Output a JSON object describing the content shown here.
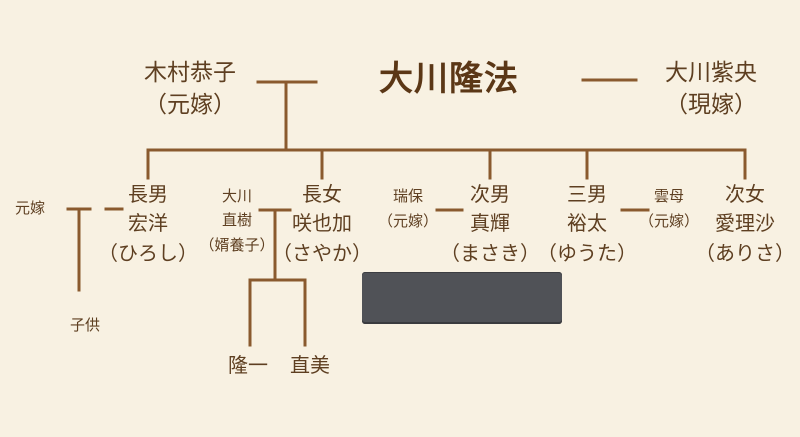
{
  "root": {
    "name": "大川隆法"
  },
  "former_wife": {
    "name": "木村恭子",
    "note": "（元嫁）"
  },
  "current_wife": {
    "name": "大川紫央",
    "note": "（現嫁）"
  },
  "children": [
    {
      "rel": "長男",
      "name": "宏洋",
      "reading": "（ひろし）"
    },
    {
      "rel": "長女",
      "name": "咲也加",
      "reading": "（さやか）"
    },
    {
      "rel": "次男",
      "name": "真輝",
      "reading": "（まさき）"
    },
    {
      "rel": "三男",
      "name": "裕太",
      "reading": "（ゆうた）"
    },
    {
      "rel": "次女",
      "name": "愛理沙",
      "reading": "（ありさ）"
    }
  ],
  "spouses": {
    "hiroshi_wife": "元嫁",
    "hiroshi_child": "子供",
    "sayaka_husband": {
      "line1": "大川",
      "line2": "直樹",
      "note": "（婿養子）"
    },
    "masaki_wife": {
      "name": "瑞保",
      "note": "（元嫁）"
    },
    "yuta_wife": {
      "name": "雲母",
      "note": "（元嫁）"
    }
  },
  "grandchildren": [
    "隆一",
    "直美"
  ]
}
